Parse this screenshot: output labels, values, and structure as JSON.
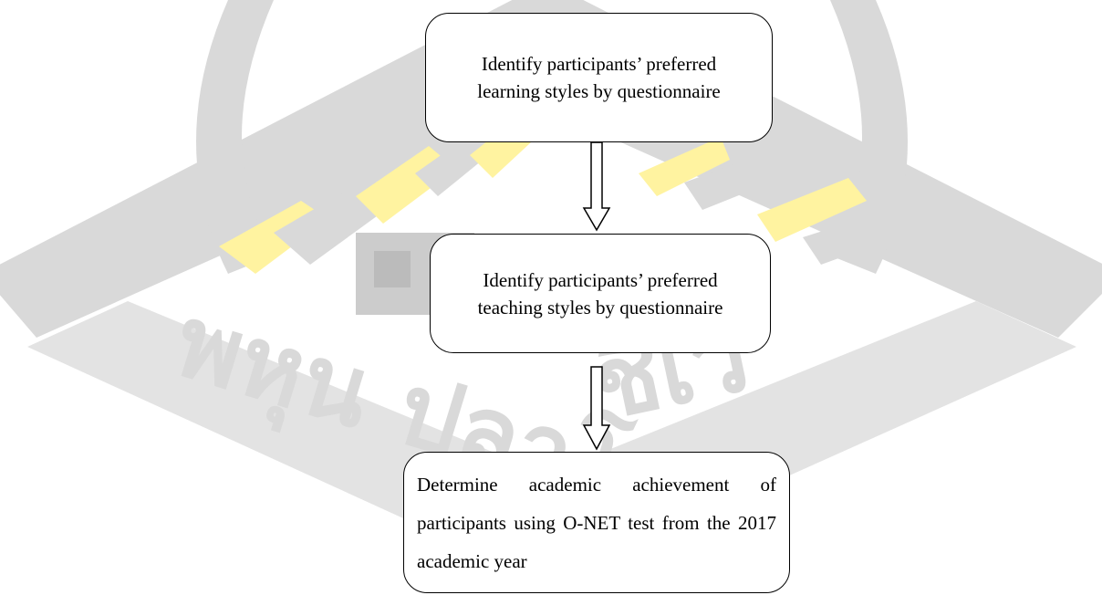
{
  "watermark": {
    "text_left": "พหุน ปลาโต",
    "text_right": "ชีเว",
    "colors": {
      "gray": "#d9d9d9",
      "yellow": "#fff3a0"
    }
  },
  "flow": {
    "steps": [
      {
        "text": "Identify participants’ preferred learning styles by questionnaire"
      },
      {
        "text": "Identify participants’ preferred teaching styles by questionnaire"
      },
      {
        "text": "Determine academic achievement of participants using O-NET test from the 2017 academic year"
      }
    ]
  }
}
